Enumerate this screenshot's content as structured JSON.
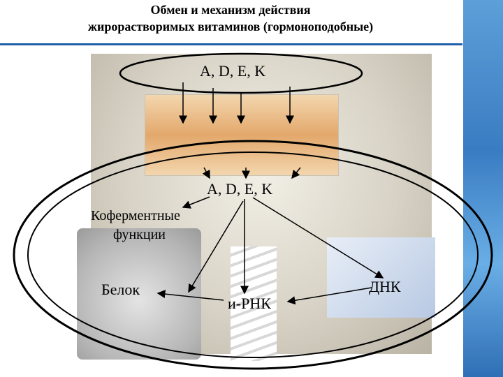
{
  "title": {
    "line1": "Обмен и механизм действия",
    "line2": "жирорастворимых витаминов (гормоноподобные)"
  },
  "diagram": {
    "top_label": "A, D, E, K",
    "mid_label": "A, D, E, K",
    "coenzyme_line1": "Коферментные",
    "coenzyme_line2": "функции",
    "protein_label": "Белок",
    "mrna_label": "и-РНК",
    "dna_label": "ДНК"
  },
  "colors": {
    "accent_blue": "#1f5fa8",
    "ink": "#000000"
  }
}
